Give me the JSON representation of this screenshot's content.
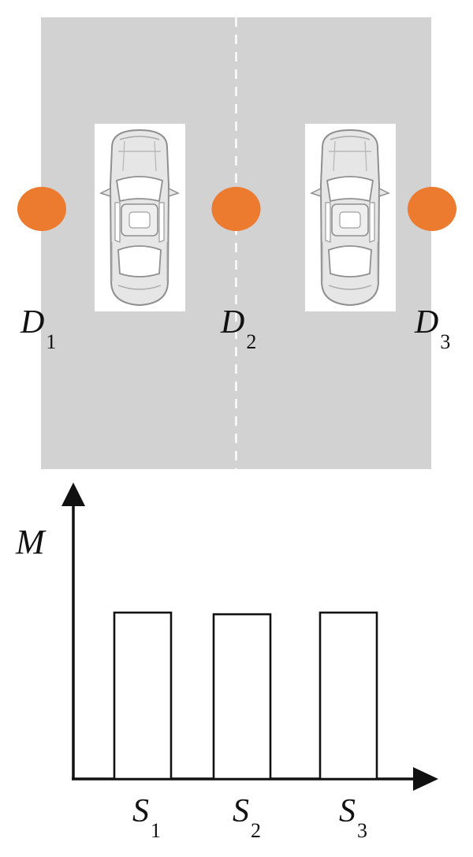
{
  "colors": {
    "road": "#d3d2d3",
    "lane_marking": "#ffffff",
    "detector": "#ec7a2f",
    "car_box": "#ffffff",
    "car_body": "#e4e4e4",
    "car_line": "#9a9a9a",
    "ink": "#111111"
  },
  "road": {
    "detectors": [
      {
        "main": "D",
        "sub": "1"
      },
      {
        "main": "D",
        "sub": "2"
      },
      {
        "main": "D",
        "sub": "3"
      }
    ],
    "cars": 2
  },
  "chart": {
    "y_axis_label": "M",
    "bars": [
      {
        "main": "S",
        "sub": "1",
        "value": 1.0
      },
      {
        "main": "S",
        "sub": "2",
        "value": 0.99
      },
      {
        "main": "S",
        "sub": "3",
        "value": 1.0
      }
    ]
  }
}
